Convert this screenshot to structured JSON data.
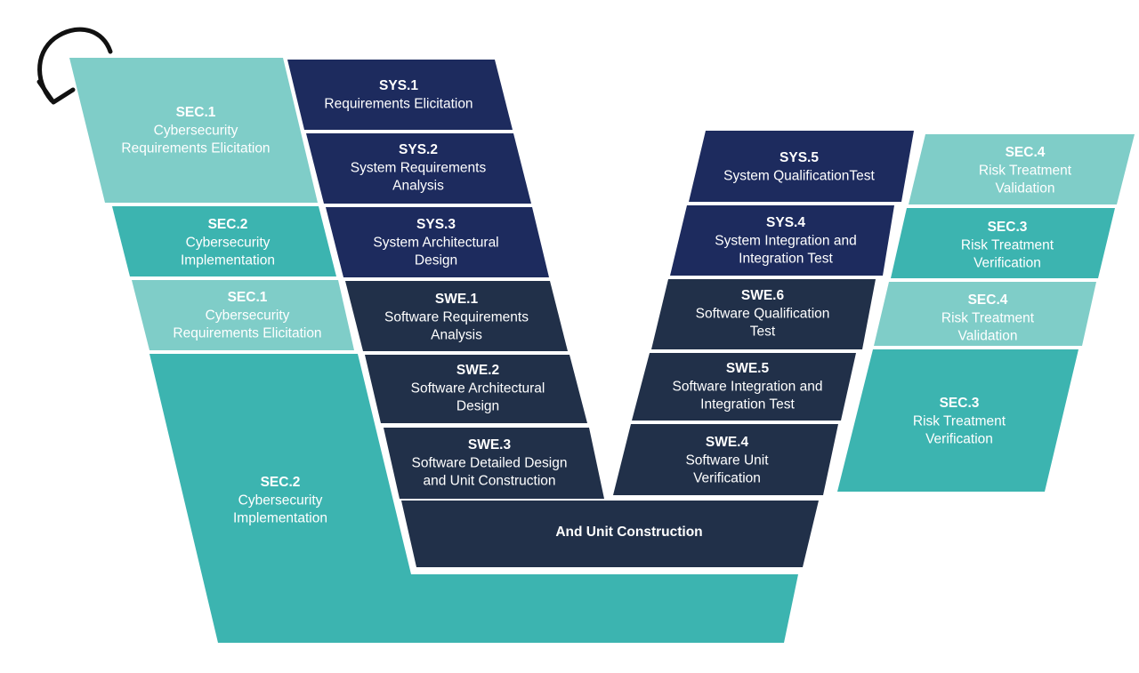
{
  "colors": {
    "sec_light": "#7fcdc8",
    "sec_teal": "#3cb4b0",
    "sys_navy": "#1d2b5e",
    "swe_navy": "#213049",
    "arrow": "#111111",
    "text": "#ffffff"
  },
  "icons": {
    "cycle_arrow": "curved-cycle-arrow-icon"
  },
  "blocks": {
    "sec1_top": {
      "code": "SEC.1",
      "lines": [
        "Cybersecurity",
        "Requirements Elicitation"
      ]
    },
    "sec2_mid": {
      "code": "SEC.2",
      "lines": [
        "Cybersecurity",
        "Implementation"
      ]
    },
    "sec1_mid": {
      "code": "SEC.1",
      "lines": [
        "Cybersecurity",
        "Requirements  Elicitation"
      ]
    },
    "sec2_big": {
      "code": "SEC.2",
      "lines": [
        "Cybersecurity",
        "Implementation"
      ]
    },
    "sys1": {
      "code": "SYS.1",
      "lines": [
        "Requirements Elicitation"
      ]
    },
    "sys2": {
      "code": "SYS.2",
      "lines": [
        "System Requirements",
        "Analysis"
      ]
    },
    "sys3": {
      "code": "SYS.3",
      "lines": [
        "System Architectural",
        "Design"
      ]
    },
    "swe1": {
      "code": "SWE.1",
      "lines": [
        "Software Requirements",
        "Analysis"
      ]
    },
    "swe2": {
      "code": "SWE.2",
      "lines": [
        "Software Architectural",
        "Design"
      ]
    },
    "swe3": {
      "code": "SWE.3",
      "lines": [
        "Software Detailed Design",
        "and Unit Construction"
      ]
    },
    "bottom_bar": {
      "code": "And Unit Construction",
      "lines": []
    },
    "sys5": {
      "code": "SYS.5",
      "lines": [
        "System QualificationTest"
      ]
    },
    "sys4": {
      "code": "SYS.4",
      "lines": [
        "System Integration and",
        "Integration Test"
      ]
    },
    "swe6": {
      "code": "SWE.6",
      "lines": [
        "Software Qualification",
        "Test"
      ]
    },
    "swe5": {
      "code": "SWE.5",
      "lines": [
        "Software Integration and",
        "Integration Test"
      ]
    },
    "swe4": {
      "code": "SWE.4",
      "lines": [
        "Software Unit",
        "Verification"
      ]
    },
    "sec4_top": {
      "code": "SEC.4",
      "lines": [
        "Risk Treatment",
        "Validation"
      ]
    },
    "sec3_top": {
      "code": "SEC.3",
      "lines": [
        "Risk Treatment",
        "Verification"
      ]
    },
    "sec4_mid": {
      "code": "SEC.4",
      "lines": [
        "Risk Treatment",
        "Validation"
      ]
    },
    "sec3_big": {
      "code": "SEC.3",
      "lines": [
        "Risk Treatment",
        "Verification"
      ]
    }
  }
}
